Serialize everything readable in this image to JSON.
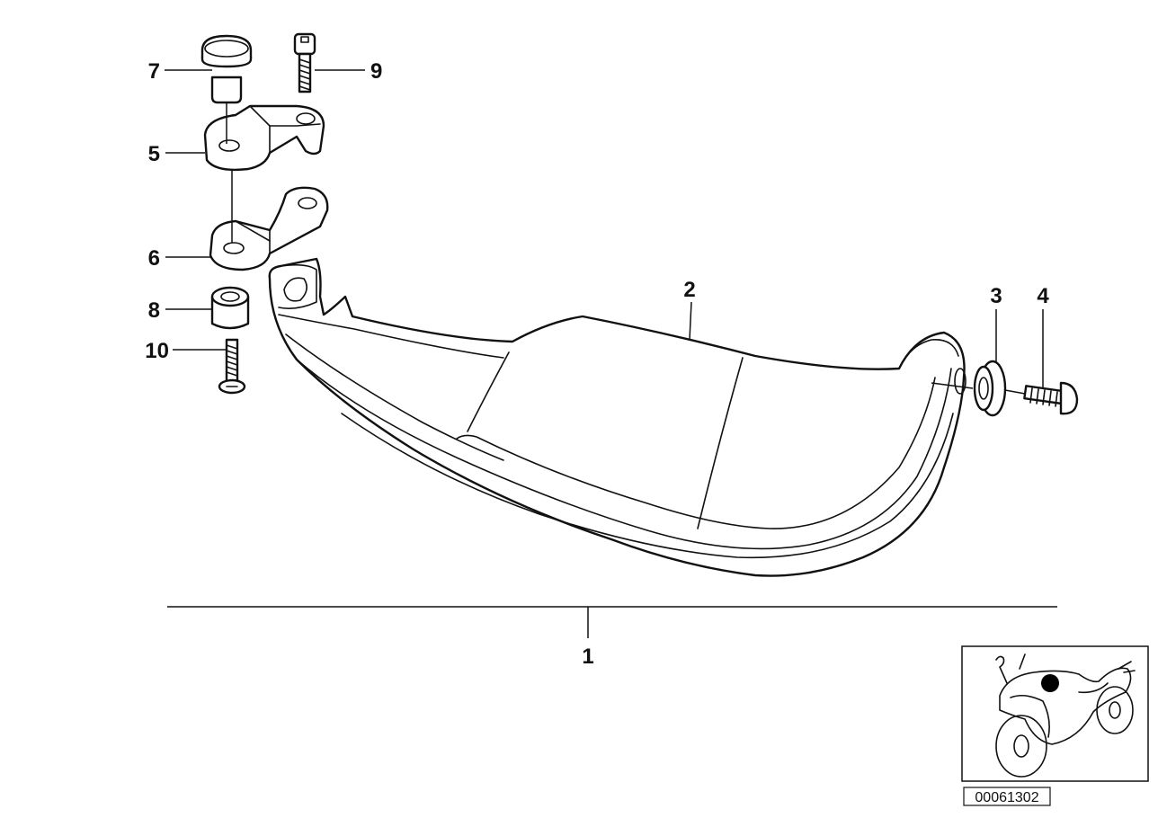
{
  "diagram": {
    "callouts": [
      {
        "key": "c1",
        "label": "1"
      },
      {
        "key": "c2",
        "label": "2"
      },
      {
        "key": "c3",
        "label": "3"
      },
      {
        "key": "c4",
        "label": "4"
      },
      {
        "key": "c5",
        "label": "5"
      },
      {
        "key": "c6",
        "label": "6"
      },
      {
        "key": "c7",
        "label": "7"
      },
      {
        "key": "c8",
        "label": "8"
      },
      {
        "key": "c9",
        "label": "9"
      },
      {
        "key": "c10",
        "label": "10"
      }
    ],
    "reference_number": "00061302",
    "locator_marker_color": "#000000",
    "line_color": "#111111"
  }
}
